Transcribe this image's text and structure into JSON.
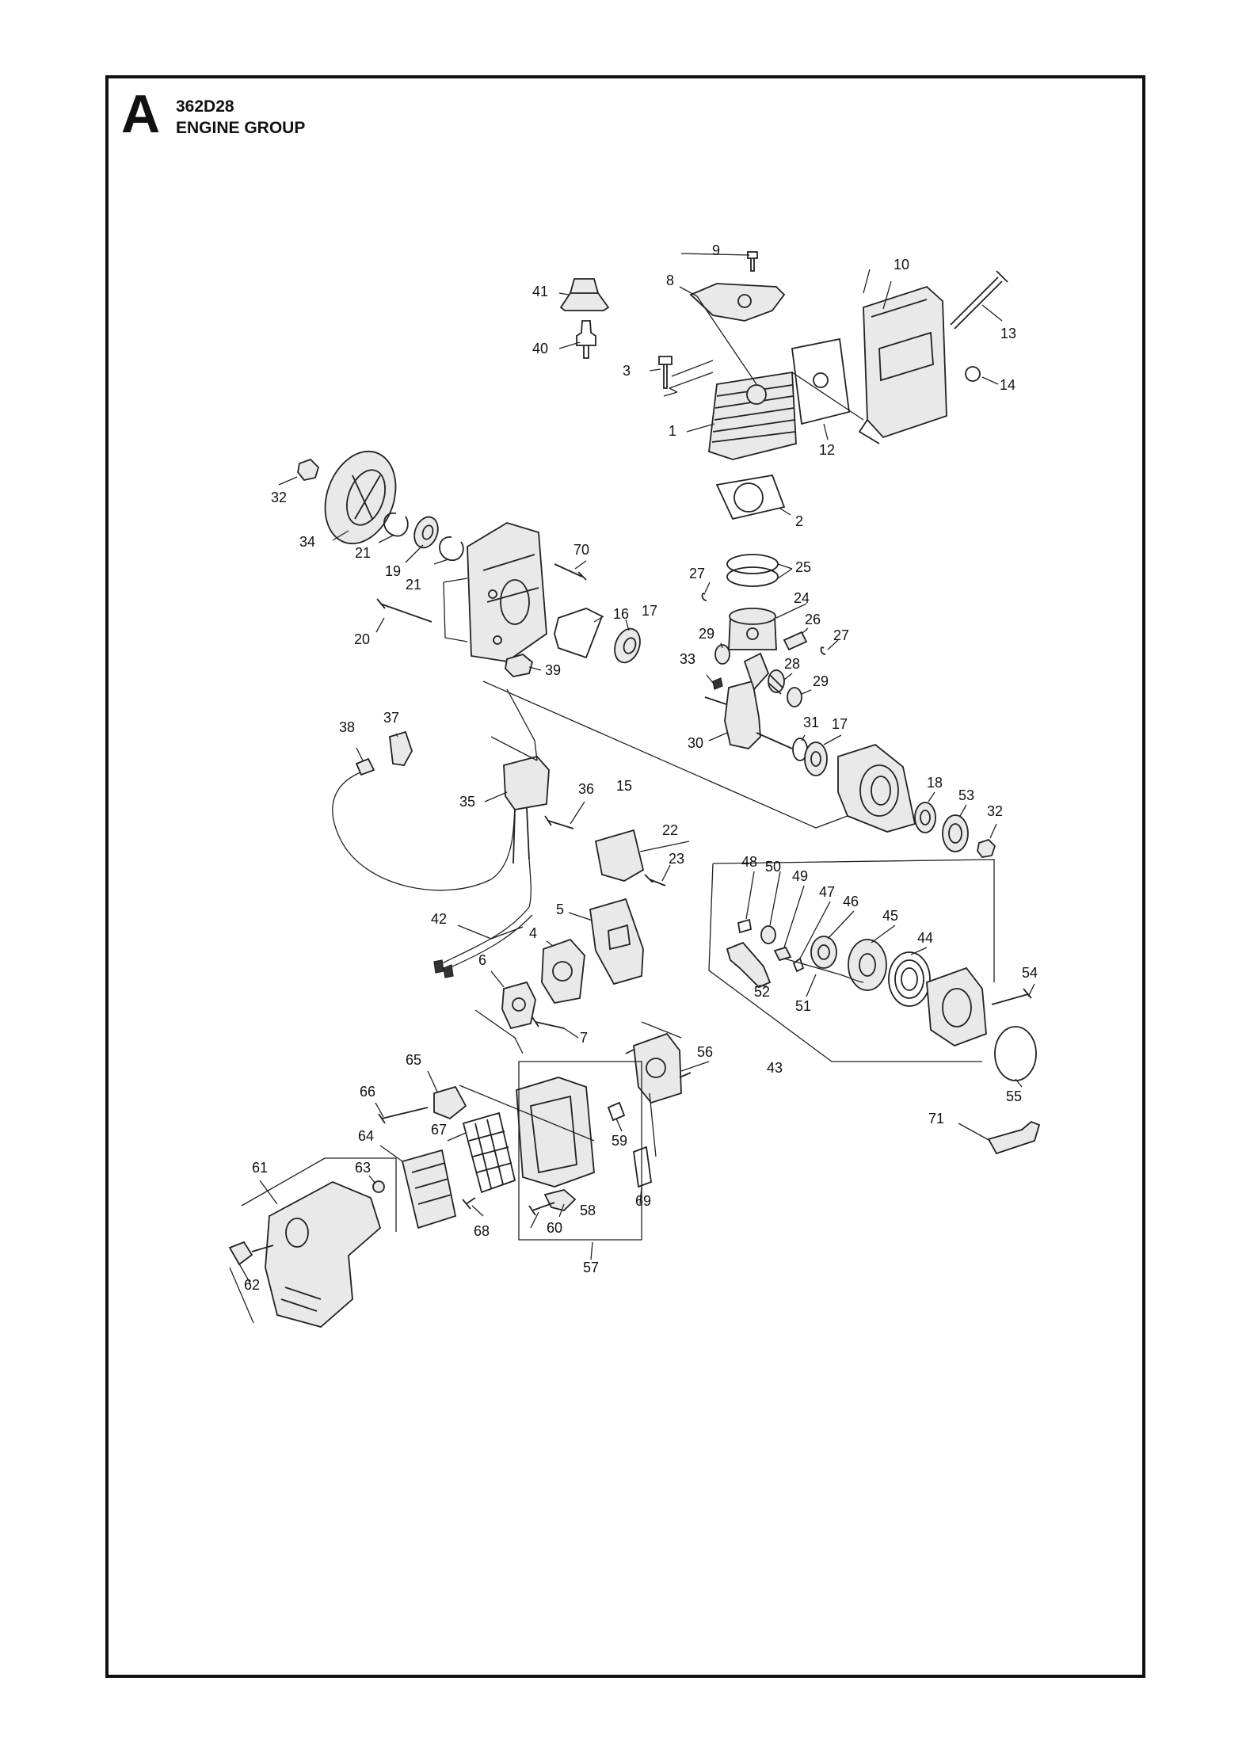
{
  "header": {
    "section_letter": "A",
    "model": "362D28",
    "group_title": "ENGINE GROUP"
  },
  "callouts": [
    "1",
    "2",
    "3",
    "4",
    "5",
    "6",
    "7",
    "8",
    "9",
    "10",
    "12",
    "13",
    "14",
    "15",
    "16",
    "17",
    "17",
    "18",
    "19",
    "20",
    "21",
    "21",
    "22",
    "23",
    "24",
    "25",
    "26",
    "27",
    "27",
    "28",
    "29",
    "29",
    "30",
    "31",
    "32",
    "32",
    "33",
    "34",
    "35",
    "36",
    "37",
    "38",
    "39",
    "40",
    "41",
    "42",
    "43",
    "44",
    "45",
    "46",
    "47",
    "48",
    "49",
    "50",
    "51",
    "52",
    "53",
    "54",
    "55",
    "56",
    "57",
    "58",
    "59",
    "60",
    "61",
    "62",
    "63",
    "64",
    "65",
    "66",
    "67",
    "68",
    "69",
    "70",
    "71"
  ]
}
